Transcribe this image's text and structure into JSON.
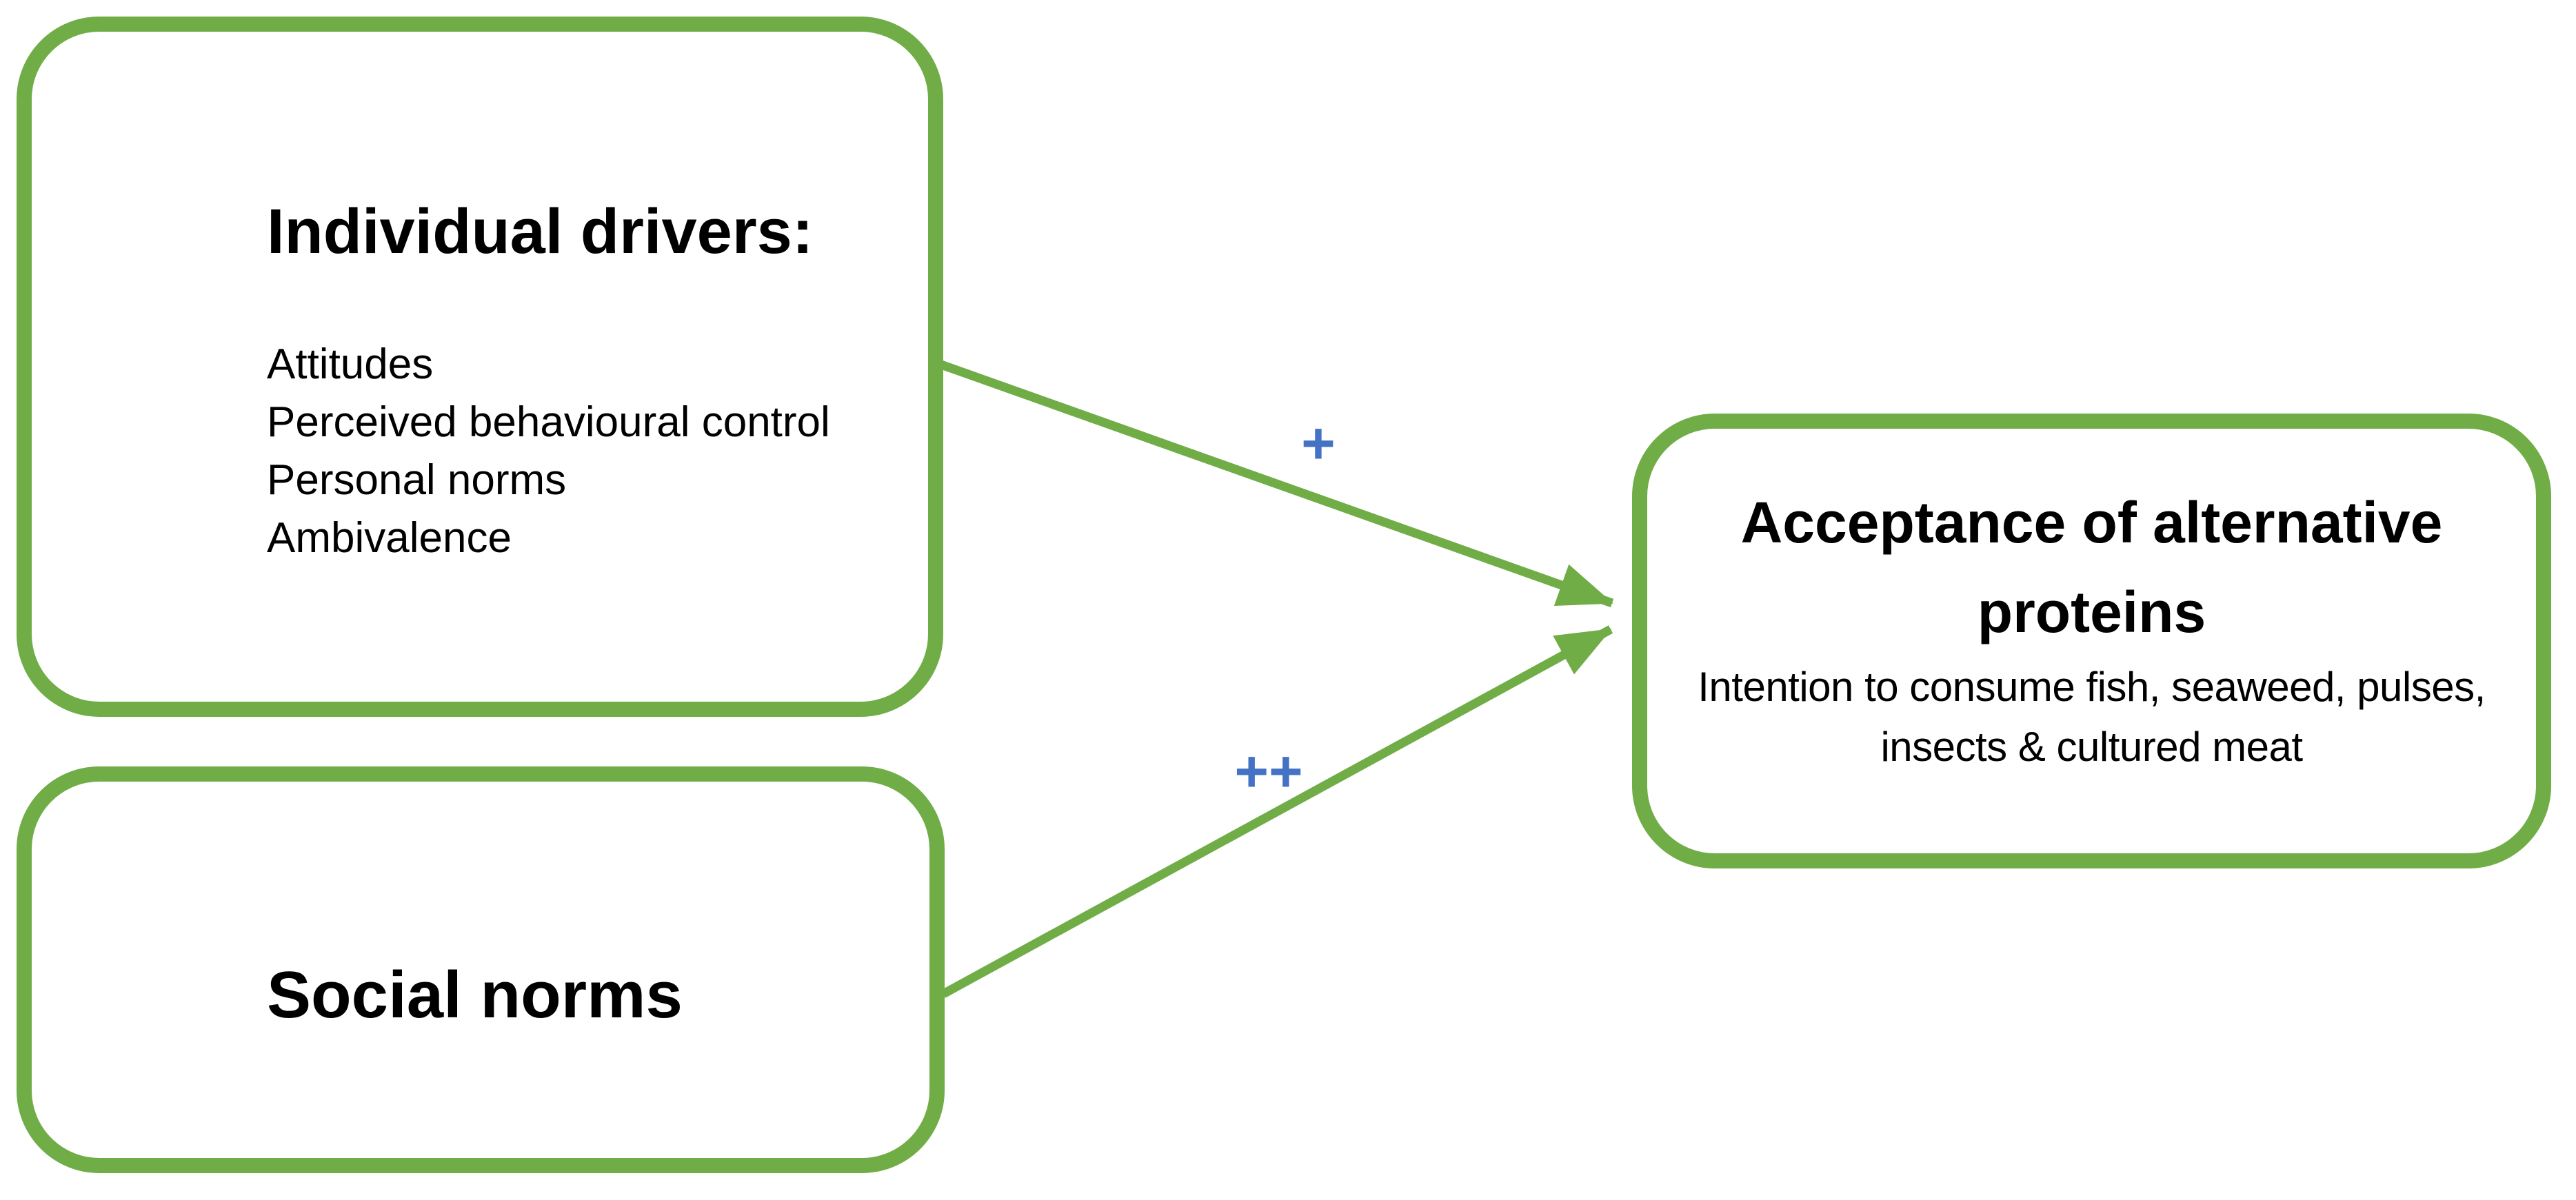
{
  "figure": {
    "type": "conceptual-model-diagram",
    "background": "#ffffff"
  },
  "colors": {
    "box_border_green": "#70AD47",
    "arrow_green": "#70AD47",
    "label_blue": "#4472C4",
    "text": "#000000"
  },
  "boxes": {
    "individual_drivers": {
      "title": "Individual drivers:",
      "items": [
        "Attitudes",
        "Perceived behavioural control",
        "Personal norms",
        "Ambivalence"
      ]
    },
    "social_norms": {
      "title": "Social norms"
    },
    "acceptance": {
      "title": "Acceptance of alternative proteins",
      "title_lines": [
        "Acceptance of alternative",
        "proteins"
      ],
      "subtitle": "Intention to consume fish, seaweed, pulses, insects & cultured meat",
      "subtitle_lines": [
        "Intention to consume fish, seaweed, pulses,",
        "insects & cultured meat"
      ]
    }
  },
  "arrows": [
    {
      "from": "individual_drivers",
      "to": "acceptance",
      "label": "+"
    },
    {
      "from": "social_norms",
      "to": "acceptance",
      "label": "++"
    }
  ]
}
